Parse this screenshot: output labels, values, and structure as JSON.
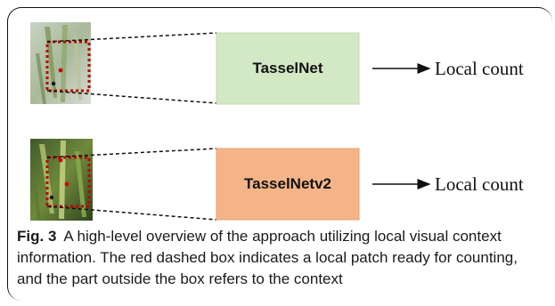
{
  "diagram": {
    "rows": [
      {
        "model_label": "TasselNet",
        "box_color": "#d3e8c5",
        "output_label": "Local count"
      },
      {
        "model_label": "TasselNetv2",
        "box_color": "#f4b487",
        "output_label": "Local count"
      }
    ],
    "patch_box_color": "#c00000"
  },
  "caption": {
    "label": "Fig. 3",
    "text": "A high-level overview of the approach utilizing local visual context information. The red dashed box indicates a local patch ready for counting, and the part outside the box refers to the context"
  }
}
